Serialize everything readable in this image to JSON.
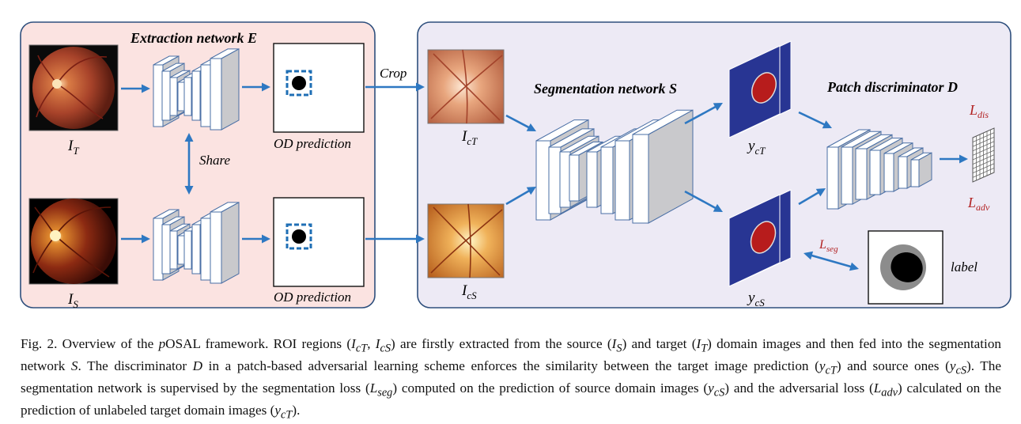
{
  "labels": {
    "extraction_title": "Extraction network E",
    "segmentation_title": "Segmentation network S",
    "discriminator_title": "Patch discriminator D",
    "crop": "Crop",
    "share": "Share",
    "od_prediction": "OD prediction",
    "label": "label"
  },
  "math": {
    "i_t": {
      "base": "I",
      "sub": "T"
    },
    "i_s": {
      "base": "I",
      "sub": "S"
    },
    "i_ct": {
      "base": "I",
      "sub": "cT"
    },
    "i_cs": {
      "base": "I",
      "sub": "cS"
    },
    "y_ct": {
      "base": "y",
      "sub": "cT"
    },
    "y_cs": {
      "base": "y",
      "sub": "cS"
    },
    "l_dis": {
      "base": "L",
      "sub": "dis"
    },
    "l_adv": {
      "base": "L",
      "sub": "adv"
    },
    "l_seg": {
      "base": "L",
      "sub": "seg"
    }
  },
  "colors": {
    "left_panel_fill": "#fbe3e1",
    "right_panel_fill": "#edeaf5",
    "panel_border": "#2e4f7d",
    "arrow": "#2e78c2",
    "loss_text": "#b22222",
    "pred_map": "#283593",
    "pred_blob": "#b71c1c"
  },
  "caption": {
    "p1": "Fig. 2.  Overview of the ",
    "p2": "p",
    "p3": "OSAL framework. ROI regions (",
    "p4": "I",
    "p5": "cT",
    "p6": ", ",
    "p7": "I",
    "p8": "cS",
    "p9": ") are firstly extracted from the source (",
    "p10": "I",
    "p11": "S",
    "p12": ") and target (",
    "p13": "I",
    "p14": "T",
    "p15": ") domain images and then fed into the segmentation network ",
    "p16": "S",
    "p17": ". The discriminator ",
    "p18": "D",
    "p19": " in a patch-based adversarial learning scheme enforces the similarity between the target image prediction (",
    "p20": "y",
    "p21": "cT",
    "p22": ") and source ones (",
    "p23": "y",
    "p24": "cS",
    "p25": "). The segmentation network is supervised by the segmentation loss (",
    "p26": "L",
    "p27": "seg",
    "p28": ") computed on the prediction of source domain images (",
    "p29": "y",
    "p30": "cS",
    "p31": ") and the adversarial loss (",
    "p32": "L",
    "p33": "adv",
    "p34": ") calculated on the prediction of unlabeled target domain images (",
    "p35": "y",
    "p36": "cT",
    "p37": ")."
  }
}
